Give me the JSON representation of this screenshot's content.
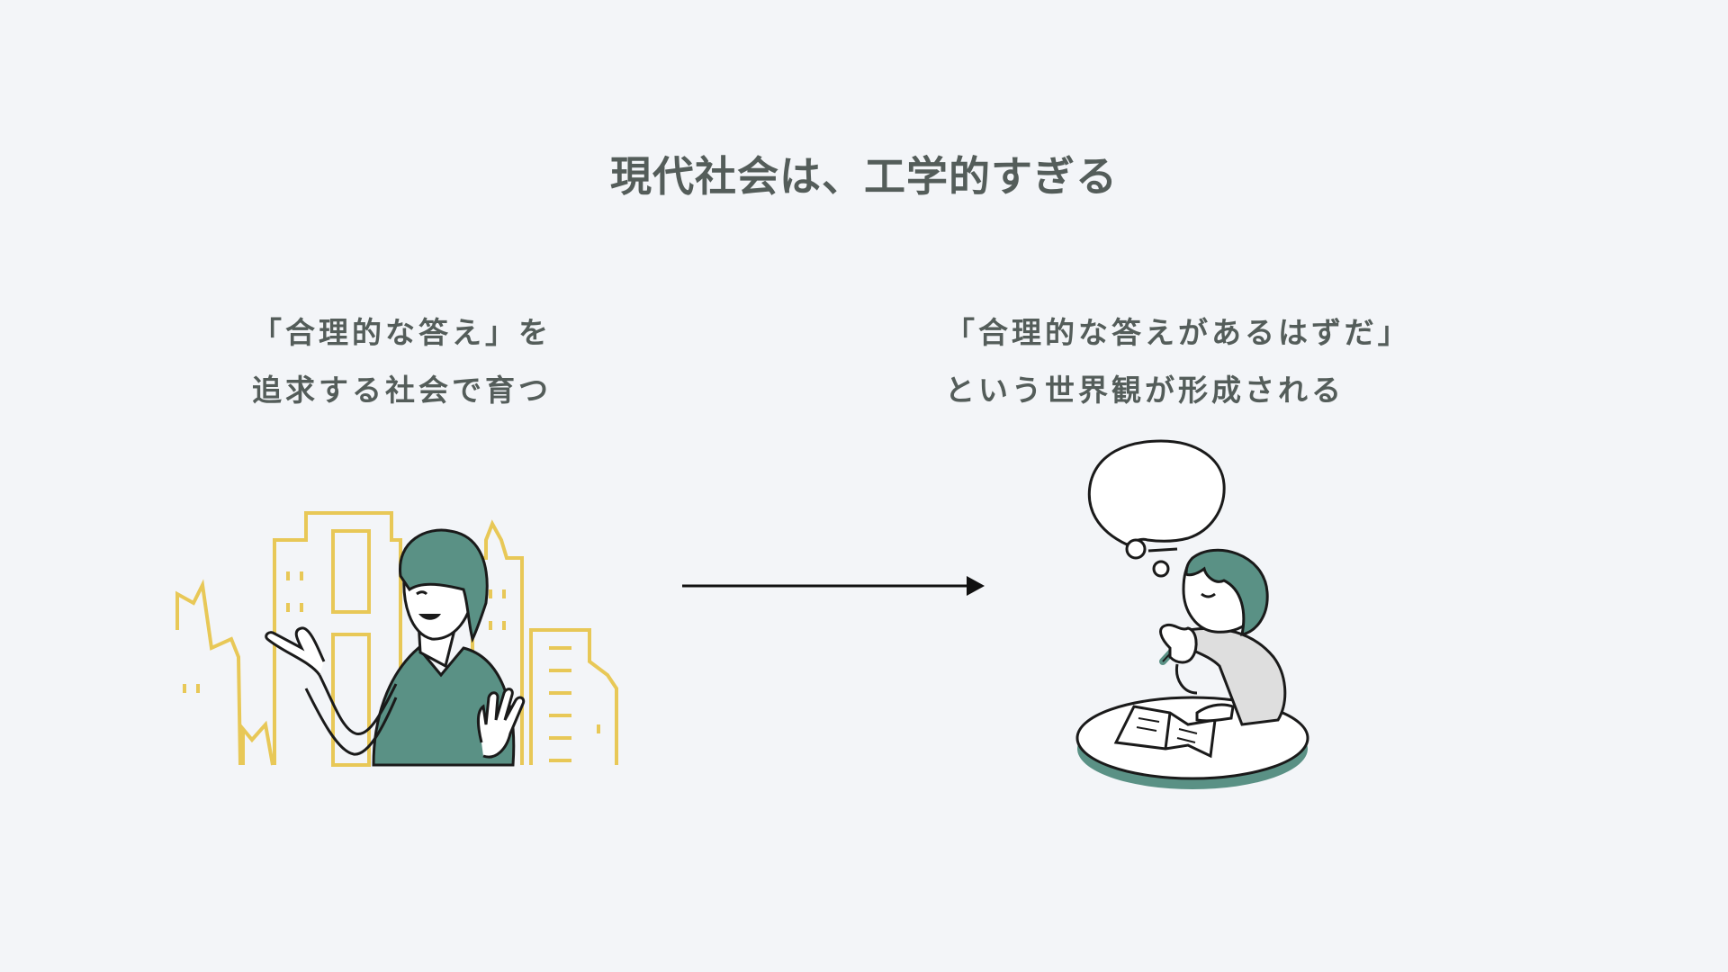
{
  "slide": {
    "title": "現代社会は、工学的すぎる",
    "left_caption": {
      "line1": "「合理的な答え」を",
      "line2": "追求する社会で育つ"
    },
    "right_caption": {
      "line1": "「合理的な答えがあるはずだ」",
      "line2": "という世界観が形成される"
    }
  },
  "colors": {
    "background": "#f3f5f8",
    "text": "#545d5a",
    "accent_green": "#5a9185",
    "city_yellow": "#e8c857",
    "line": "#1a1a1a"
  },
  "icons": {
    "left_illustration": "person-pointing-city-illustration",
    "arrow": "right-arrow-icon",
    "right_illustration": "person-thinking-reading-illustration"
  }
}
